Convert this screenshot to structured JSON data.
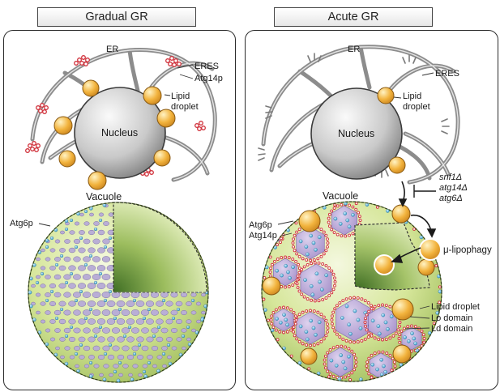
{
  "panels": {
    "left": {
      "title": "Gradual GR",
      "labels": {
        "er": "ER",
        "eres": "ERES",
        "atg14p": "Atg14p",
        "lipid_droplet_line1": "Lipid",
        "lipid_droplet_line2": "droplet",
        "nucleus": "Nucleus",
        "vacuole": "Vacuole",
        "atg6p": "Atg6p"
      }
    },
    "right": {
      "title": "Acute GR",
      "labels": {
        "er": "ER",
        "eres": "ERES",
        "lipid_droplet_line1": "Lipid",
        "lipid_droplet_line2": "droplet",
        "nucleus": "Nucleus",
        "mutant1": "snf1Δ",
        "mutant2": "atg14Δ",
        "mutant3": "atg6Δ",
        "vacuole": "Vacuole",
        "atg6p": "Atg6p",
        "atg14p": "Atg14p",
        "micro_lipophagy": "μ-lipophagy",
        "lipid_droplet": "Lipid droplet",
        "lo_domain": "Lo domain",
        "ld_domain": "Ld domain"
      }
    }
  },
  "colors": {
    "vacuole_green": "#cde08a",
    "lipid_droplet_orange": "#f2b33d",
    "lo_domain_purple": "#b9a6d6",
    "atg14p_red": "#d0303a",
    "atg6p_blue": "#39a9d8",
    "er_gray": "#8c8c8c",
    "nucleus_gray": "#c9c9c9"
  }
}
